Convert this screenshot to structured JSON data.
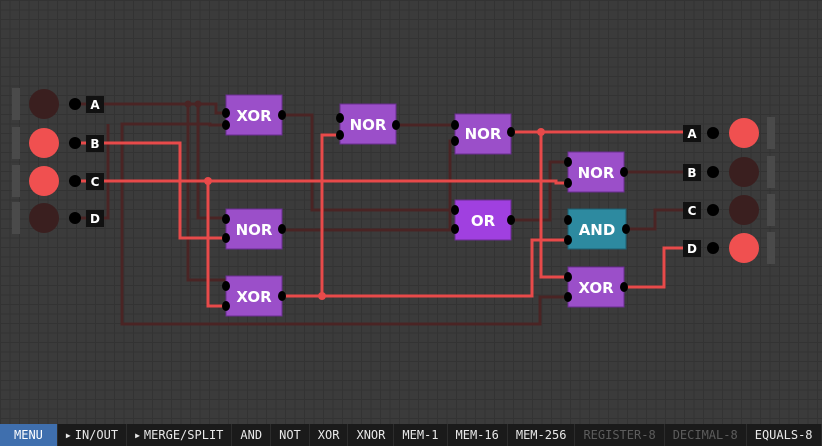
{
  "circuit": {
    "inputs": [
      {
        "label": "A",
        "state": "off"
      },
      {
        "label": "B",
        "state": "on"
      },
      {
        "label": "C",
        "state": "on"
      },
      {
        "label": "D",
        "state": "off"
      }
    ],
    "outputs": [
      {
        "label": "A",
        "state": "on"
      },
      {
        "label": "B",
        "state": "off"
      },
      {
        "label": "C",
        "state": "off"
      },
      {
        "label": "D",
        "state": "on"
      }
    ],
    "gates": [
      {
        "id": "g1",
        "label": "XOR",
        "kind": "purple"
      },
      {
        "id": "g2",
        "label": "NOR",
        "kind": "purple"
      },
      {
        "id": "g3",
        "label": "NOR",
        "kind": "purple"
      },
      {
        "id": "g4",
        "label": "XOR",
        "kind": "purple"
      },
      {
        "id": "g5",
        "label": "NOR",
        "kind": "purple"
      },
      {
        "id": "g6",
        "label": "OR",
        "kind": "violet"
      },
      {
        "id": "g7",
        "label": "NOR",
        "kind": "purple"
      },
      {
        "id": "g8",
        "label": "AND",
        "kind": "teal"
      },
      {
        "id": "g9",
        "label": "XOR",
        "kind": "purple"
      }
    ]
  },
  "toolbar": {
    "items": [
      {
        "label": "MENU",
        "state": "active"
      },
      {
        "label": "IN/OUT",
        "state": "normal",
        "submenu": true
      },
      {
        "label": "MERGE/SPLIT",
        "state": "normal",
        "submenu": true
      },
      {
        "label": "AND",
        "state": "normal"
      },
      {
        "label": "NOT",
        "state": "normal"
      },
      {
        "label": "XOR",
        "state": "normal"
      },
      {
        "label": "XNOR",
        "state": "normal"
      },
      {
        "label": "MEM-1",
        "state": "normal"
      },
      {
        "label": "MEM-16",
        "state": "normal"
      },
      {
        "label": "MEM-256",
        "state": "normal"
      },
      {
        "label": "REGISTER-8",
        "state": "disabled"
      },
      {
        "label": "DECIMAL-8",
        "state": "disabled"
      },
      {
        "label": "EQUALS-8",
        "state": "normal"
      }
    ]
  },
  "colors": {
    "wire_on": "#e84a4a",
    "wire_off": "#4a2424",
    "led_on": "#f05050",
    "led_off": "#3a1f1f",
    "gate_purple": "#9b4fc9",
    "gate_violet": "#a040e0",
    "gate_teal": "#2d8aa0",
    "menu_active": "#3f6fae"
  }
}
